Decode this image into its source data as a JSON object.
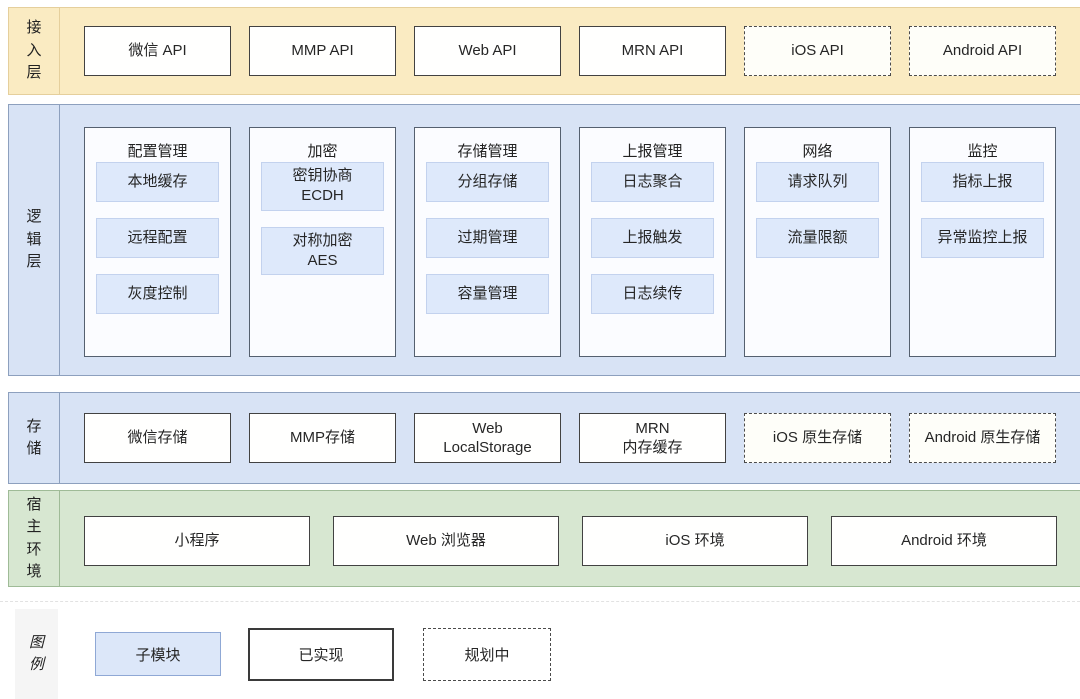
{
  "layers": {
    "access": {
      "label": "接入层",
      "items": [
        {
          "label": "微信 API",
          "status": "implemented"
        },
        {
          "label": "MMP API",
          "status": "implemented"
        },
        {
          "label": "Web API",
          "status": "implemented"
        },
        {
          "label": "MRN API",
          "status": "implemented"
        },
        {
          "label": "iOS API",
          "status": "planned"
        },
        {
          "label": "Android API",
          "status": "planned"
        }
      ]
    },
    "logic": {
      "label": "逻辑层",
      "modules": [
        {
          "title": "配置管理",
          "submodules": [
            "本地缓存",
            "远程配置",
            "灰度控制"
          ]
        },
        {
          "title": "加密",
          "submodules": [
            "密钥协商\nECDH",
            "对称加密\nAES"
          ]
        },
        {
          "title": "存储管理",
          "submodules": [
            "分组存储",
            "过期管理",
            "容量管理"
          ]
        },
        {
          "title": "上报管理",
          "submodules": [
            "日志聚合",
            "上报触发",
            "日志续传"
          ]
        },
        {
          "title": "网络",
          "submodules": [
            "请求队列",
            "流量限额"
          ]
        },
        {
          "title": "监控",
          "submodules": [
            "指标上报",
            "异常监控上报"
          ]
        }
      ]
    },
    "storage": {
      "label": "存储",
      "items": [
        {
          "label": "微信存储",
          "status": "implemented"
        },
        {
          "label": "MMP存储",
          "status": "implemented"
        },
        {
          "label": "Web\nLocalStorage",
          "status": "implemented"
        },
        {
          "label": "MRN\n内存缓存",
          "status": "implemented"
        },
        {
          "label": "iOS 原生存储",
          "status": "planned"
        },
        {
          "label": "Android 原生存储",
          "status": "planned"
        }
      ]
    },
    "host": {
      "label": "宿主环境",
      "items": [
        {
          "label": "小程序"
        },
        {
          "label": "Web 浏览器"
        },
        {
          "label": "iOS 环境"
        },
        {
          "label": "Android 环境"
        }
      ]
    }
  },
  "legend": {
    "label": "图例",
    "items": [
      {
        "label": "子模块",
        "style": "submodule"
      },
      {
        "label": "已实现",
        "style": "implemented"
      },
      {
        "label": "规划中",
        "style": "planned"
      }
    ]
  },
  "colors": {
    "access_band_bg": "#FAEBC2",
    "access_band_border": "#E5CF9C",
    "logic_band_bg": "#D8E3F5",
    "blue_band_border": "#8DA0BE",
    "host_band_bg": "#D7E7D1",
    "host_band_border": "#9FBB97",
    "submodule_bg": "#DEE9FB",
    "submodule_border": "#C3D2EE",
    "solid_node_border": "#424242",
    "module_border": "#55606F"
  }
}
